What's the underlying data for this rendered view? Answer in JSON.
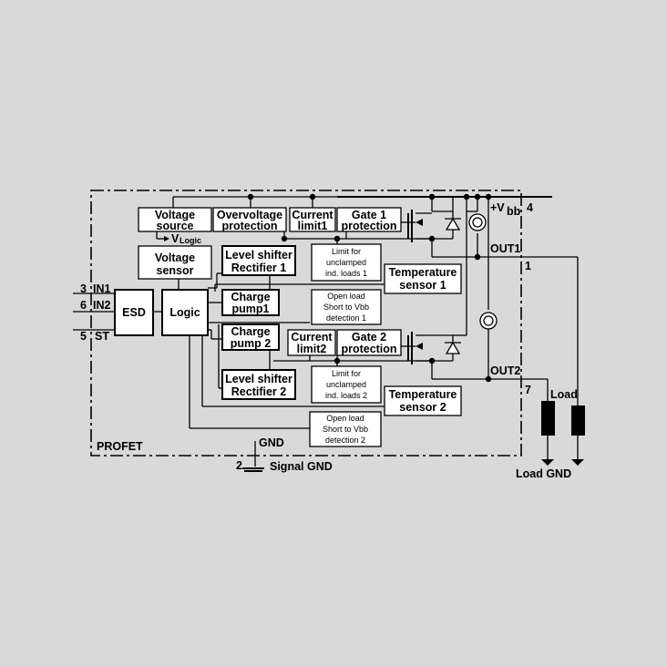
{
  "blocks": {
    "voltage_source": [
      "Voltage",
      "source"
    ],
    "v_logic": "V",
    "v_logic_sub": "Logic",
    "overvoltage": [
      "Overvoltage",
      "protection"
    ],
    "current_limit1": [
      "Current",
      "limit1"
    ],
    "gate1": [
      "Gate 1",
      "protection"
    ],
    "voltage_sensor": [
      "Voltage",
      "sensor"
    ],
    "level_shifter1": [
      "Level shifter",
      "Rectifier 1"
    ],
    "limit1": [
      "Limit for",
      "unclamped",
      "ind. loads 1"
    ],
    "temp1": [
      "Temperature",
      "sensor 1"
    ],
    "esd": "ESD",
    "logic": "Logic",
    "charge_pump1": [
      "Charge",
      "pump1"
    ],
    "open_load1": [
      "Open load",
      "Short to Vbb",
      "detection 1"
    ],
    "charge_pump2": [
      "Charge",
      "pump 2"
    ],
    "current_limit2": [
      "Current",
      "limit2"
    ],
    "gate2": [
      "Gate 2",
      "protection"
    ],
    "level_shifter2": [
      "Level shifter",
      "Rectifier 2"
    ],
    "limit2": [
      "Limit for",
      "unclamped",
      "ind. loads 2"
    ],
    "temp2": [
      "Temperature",
      "sensor 2"
    ],
    "open_load2": [
      "Open load",
      "Short to Vbb",
      "detection 2"
    ]
  },
  "pins": {
    "in1_num": "3",
    "in1": "IN1",
    "in2_num": "6",
    "in2": "IN2",
    "st_num": "5",
    "st": "ST",
    "vbb_prefix": "+V",
    "vbb_sub": "bb",
    "vbb_num": "4",
    "out1": "OUT1",
    "out1_num": "1",
    "out2": "OUT2",
    "out2_num": "7",
    "gnd": "GND",
    "gnd_num": "2",
    "signal_gnd": "Signal GND"
  },
  "labels": {
    "profet": "PROFET",
    "load": "Load",
    "load_gnd": "Load GND"
  }
}
